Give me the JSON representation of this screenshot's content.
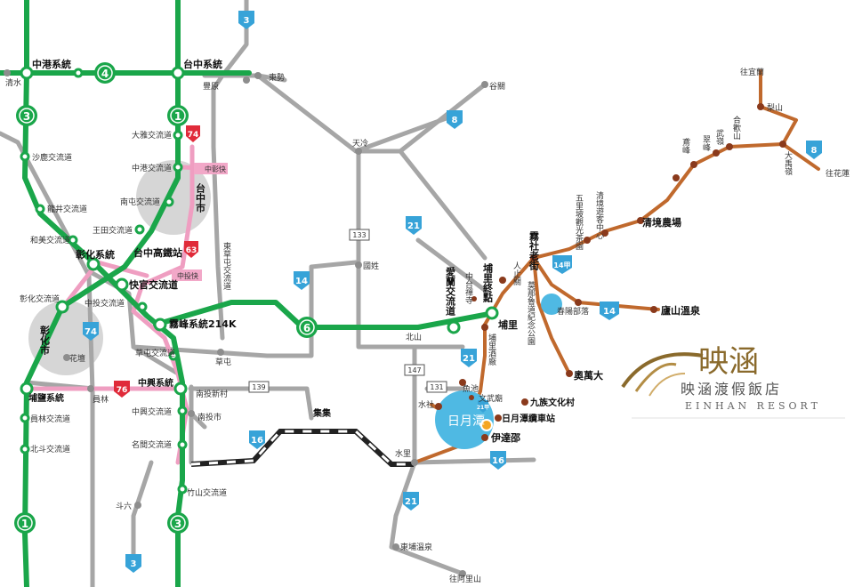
{
  "colors": {
    "freeway": "#1aa64a",
    "highway": "#9e9e9e",
    "hsr": "#ef9ec1",
    "mountain_road": "#c0692d",
    "lake": "#4fb9e3",
    "shield_prov": "#37a3d8",
    "shield_express": "#e02b3a",
    "brand": "#8a6a2c"
  },
  "shields": {
    "freeway_1": "1",
    "freeway_3": "3",
    "freeway_4": "4",
    "freeway_6": "6",
    "prov_3": "3",
    "prov_8": "8",
    "prov_14": "14",
    "prov_14a": "14甲",
    "prov_16": "16",
    "prov_21": "21",
    "prov_21a": "21甲",
    "exp_74": "74",
    "exp_63": "63",
    "exp_76": "76",
    "county_133": "133",
    "county_139": "139",
    "county_147": "147",
    "county_131": "131"
  },
  "labels": {
    "zhonggang_jct": "中港系統",
    "taichung_jct": "台中系統",
    "qingshui": "清水",
    "fengyuan": "豐原",
    "dongshi": "東勢",
    "guguan": "谷關",
    "tianleng": "天冷",
    "lishan": "梨山",
    "to_yilan": "往宜蘭",
    "to_hualien": "往花蓮",
    "hehuanshan": "合歡山",
    "dayuling": "大禹嶺",
    "wuling": "武嶺",
    "kunyang": "鳶峰",
    "yuanfeng": "翠峰",
    "qingjing_center": "清境遊客中心",
    "wulin_tourism": "五里坡觀光茶園",
    "qingjing_farm": "清境農場",
    "wushe": "霧社老街",
    "lushan": "廬山溫泉",
    "chunyang": "春陽部落",
    "mona": "莫那魯道紀念公園",
    "renai": "人止關",
    "aowanda": "奧萬大",
    "sha_lu": "沙鹿交流道",
    "dadu": "大雅交流道",
    "zhonggang_ic": "中港交流道",
    "nantun_ic": "南屯交流道",
    "longjing_ic": "龍井交流道",
    "hemei_ic": "和美交流道",
    "wangtian_ic": "王田交流道",
    "changhua_jct": "彰化系統",
    "hsr_station": "台中高鐵站",
    "kuaiguan_ic": "快官交流道",
    "changhua_ic": "彰化交流道",
    "zhongzhang_fast": "中彰快",
    "zhongtou_fast": "中投快",
    "taichung_city": "台中市",
    "changhua_city": "彰化市",
    "huatan": "花壇",
    "wufeng_jct": "霧峰系統214K",
    "zhongtou_ic": "中投交流道",
    "caotun_ic": "草屯交流道",
    "caotun": "草屯",
    "east_grass": "東草屯交流道",
    "guoxing": "國姓",
    "zhongtai": "中台禪寺",
    "ailan_ic": "愛蘭交流道",
    "puli_end": "埔里終點",
    "puli": "埔里",
    "puli_winery": "埔里酒廠",
    "beishan": "北山",
    "zhongxing_jct": "中興系統",
    "puyan_jct": "埔鹽系統",
    "yuanlin": "員林",
    "nantou_new": "南投新村",
    "nantou_city": "南投市",
    "zhongxing_ic": "中興交流道",
    "mingjian_ic": "名間交流道",
    "zhushan_ic": "竹山交流道",
    "douliu": "斗六",
    "yuanlin_ic": "員林交流道",
    "beidou_ic": "北斗交流道",
    "jiji": "集集",
    "shuili": "水里",
    "shuishe": "水社",
    "yuchi": "魚池",
    "wenwu": "文武廟",
    "sunmoon": "日月潭",
    "cable_station": "日月潭纜車站",
    "ita_thao": "伊達邵",
    "nine_tribe": "九族文化村",
    "dongpu": "東埔溫泉",
    "to_alishan": "往阿里山"
  },
  "brand": {
    "logo_cn": "映涵",
    "name_cn": "映涵渡假飯店",
    "name_en": "EINHAN RESORT"
  }
}
